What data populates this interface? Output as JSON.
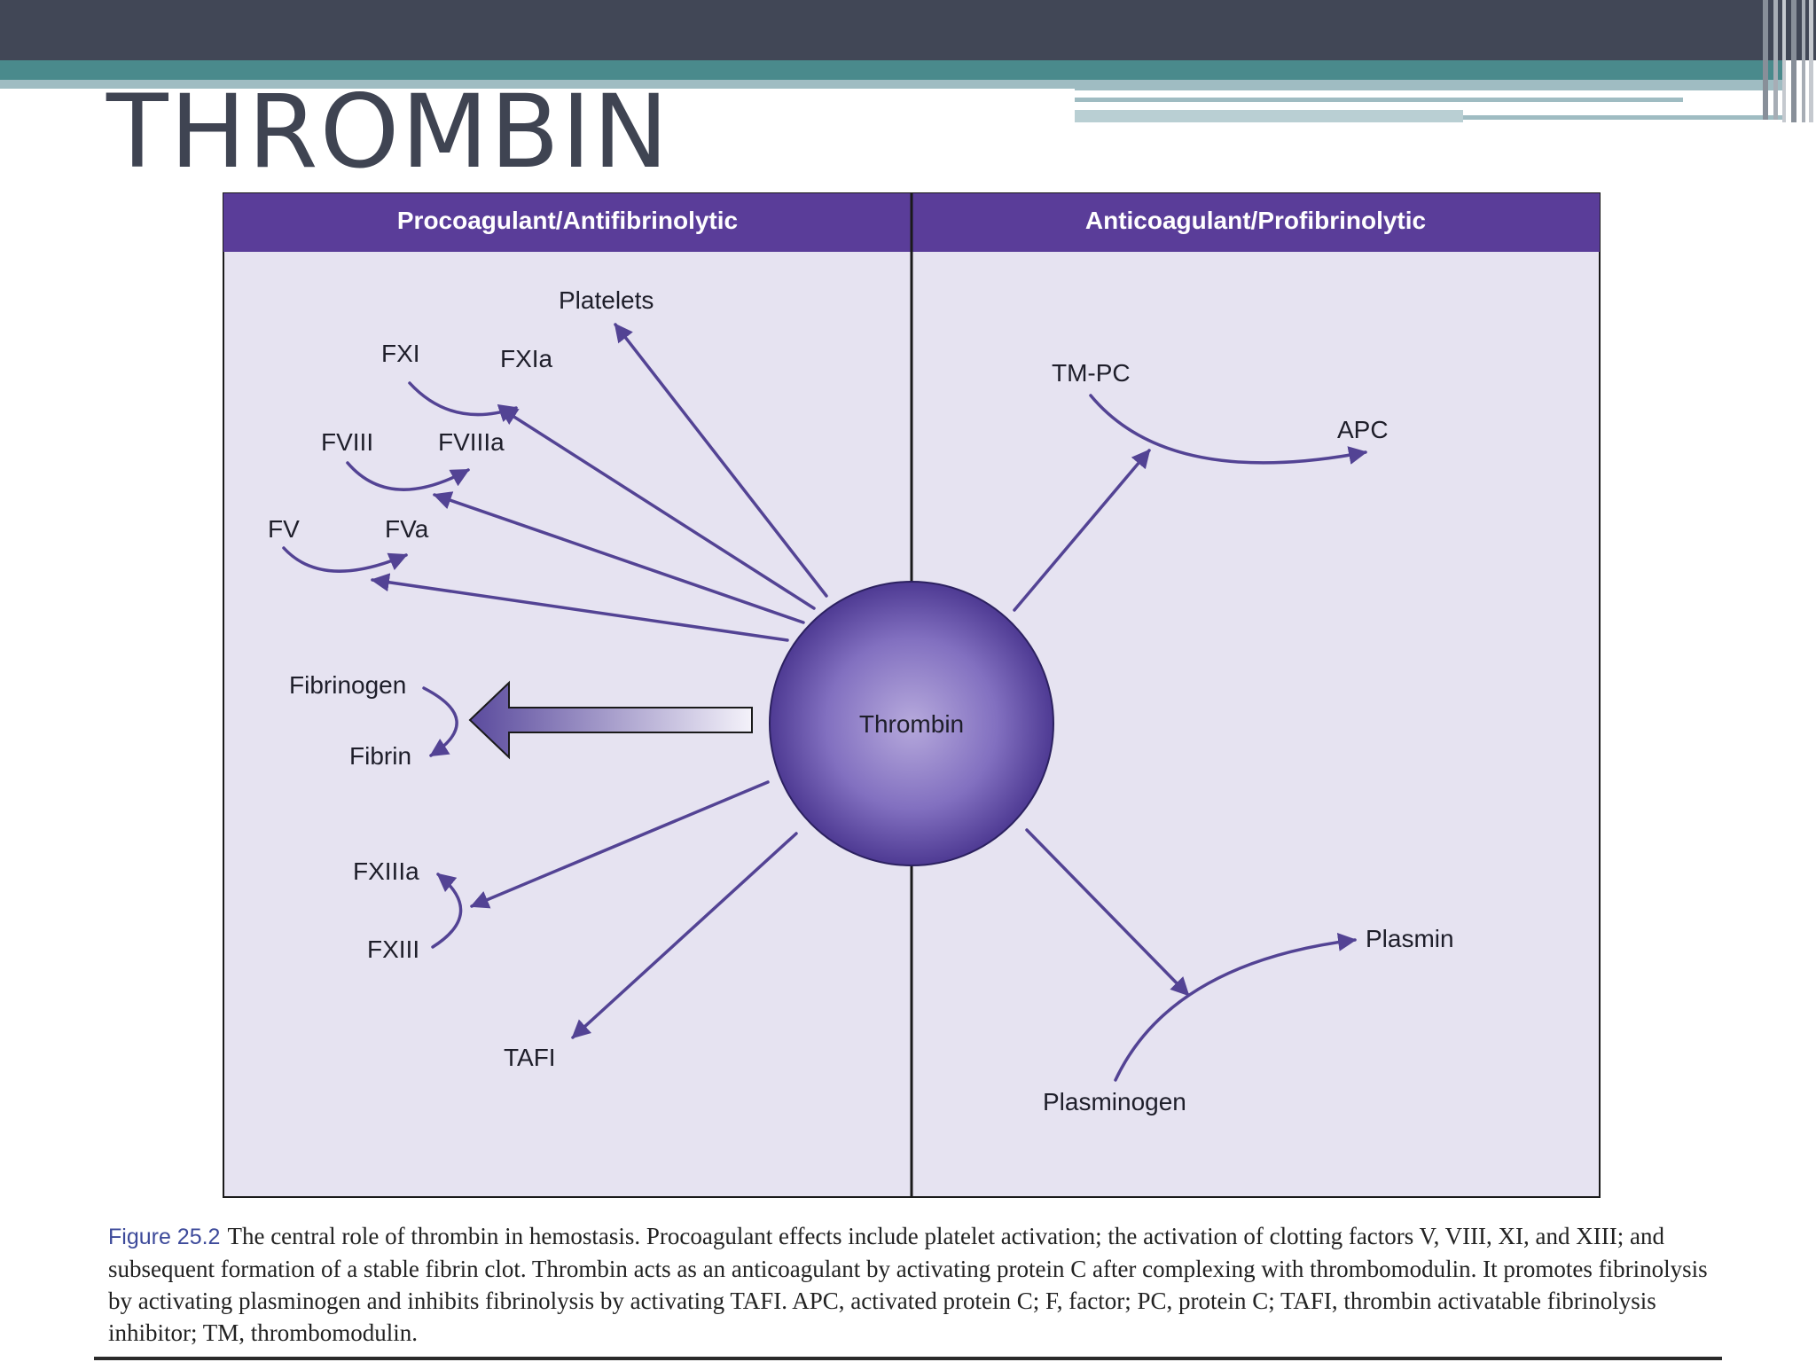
{
  "slide": {
    "title": "THROMBIN"
  },
  "diagram": {
    "headers": {
      "left": "Procoagulant/Antifibrinolytic",
      "right": "Anticoagulant/Profibrinolytic"
    },
    "center": "Thrombin",
    "nodes": {
      "platelets": "Platelets",
      "fxi": "FXI",
      "fxia": "FXIa",
      "fviii": "FVIII",
      "fviiia": "FVIIIa",
      "fv": "FV",
      "fva": "FVa",
      "fibrinogen": "Fibrinogen",
      "fibrin": "Fibrin",
      "fxiiia": "FXIIIa",
      "fxiii": "FXIII",
      "tafi": "TAFI",
      "tm_pc": "TM-PC",
      "apc": "APC",
      "plasmin": "Plasmin",
      "plasminogen": "Plasminogen"
    }
  },
  "caption": {
    "label": "Figure 25.2",
    "text": "The central role of thrombin in hemostasis. Procoagulant effects include platelet activation; the activation of clotting factors V, VIII, XI, and XIII; and subsequent formation of a stable fibrin clot. Thrombin acts as an anticoagulant by activating protein C after complexing with thrombomodulin. It promotes fibrinolysis by activating plasminogen and inhibits fibrinolysis by activating TAFI. APC, activated protein C; F, factor; PC, protein C; TAFI, thrombin activatable fibrinolysis inhibitor; TM, thrombomodulin."
  },
  "colors": {
    "header_dark": "#414756",
    "header_teal": "#4a8a8c",
    "header_light_teal": "#9fbcc2",
    "diagram_bg": "#e6e3f1",
    "diagram_header": "#5a3d99",
    "arrow": "#534394",
    "thrombin_center": "#b6a9dc",
    "thrombin_edge": "#4e3a93",
    "caption_label": "#3d4a9a"
  }
}
